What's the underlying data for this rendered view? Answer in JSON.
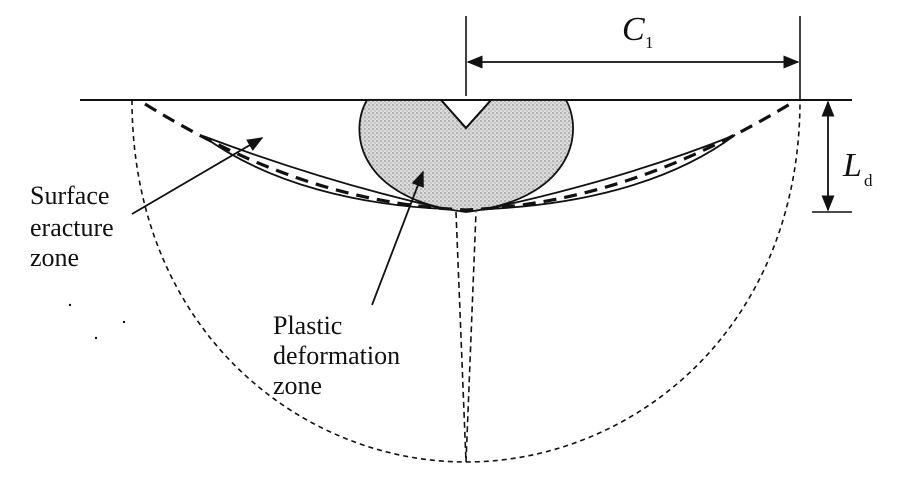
{
  "labels": {
    "surface_fracture": [
      "Surface",
      "eracture",
      "zone"
    ],
    "plastic_deformation": [
      "Plastic",
      "deformation",
      "zone"
    ]
  },
  "dimensions": {
    "c1": {
      "symbol": "C",
      "subscript": "1"
    },
    "ld": {
      "symbol": "L",
      "subscript": "d"
    }
  },
  "colors": {
    "line": "#111111",
    "plastic_fill": "#d2d2d2",
    "background": "#ffffff"
  }
}
